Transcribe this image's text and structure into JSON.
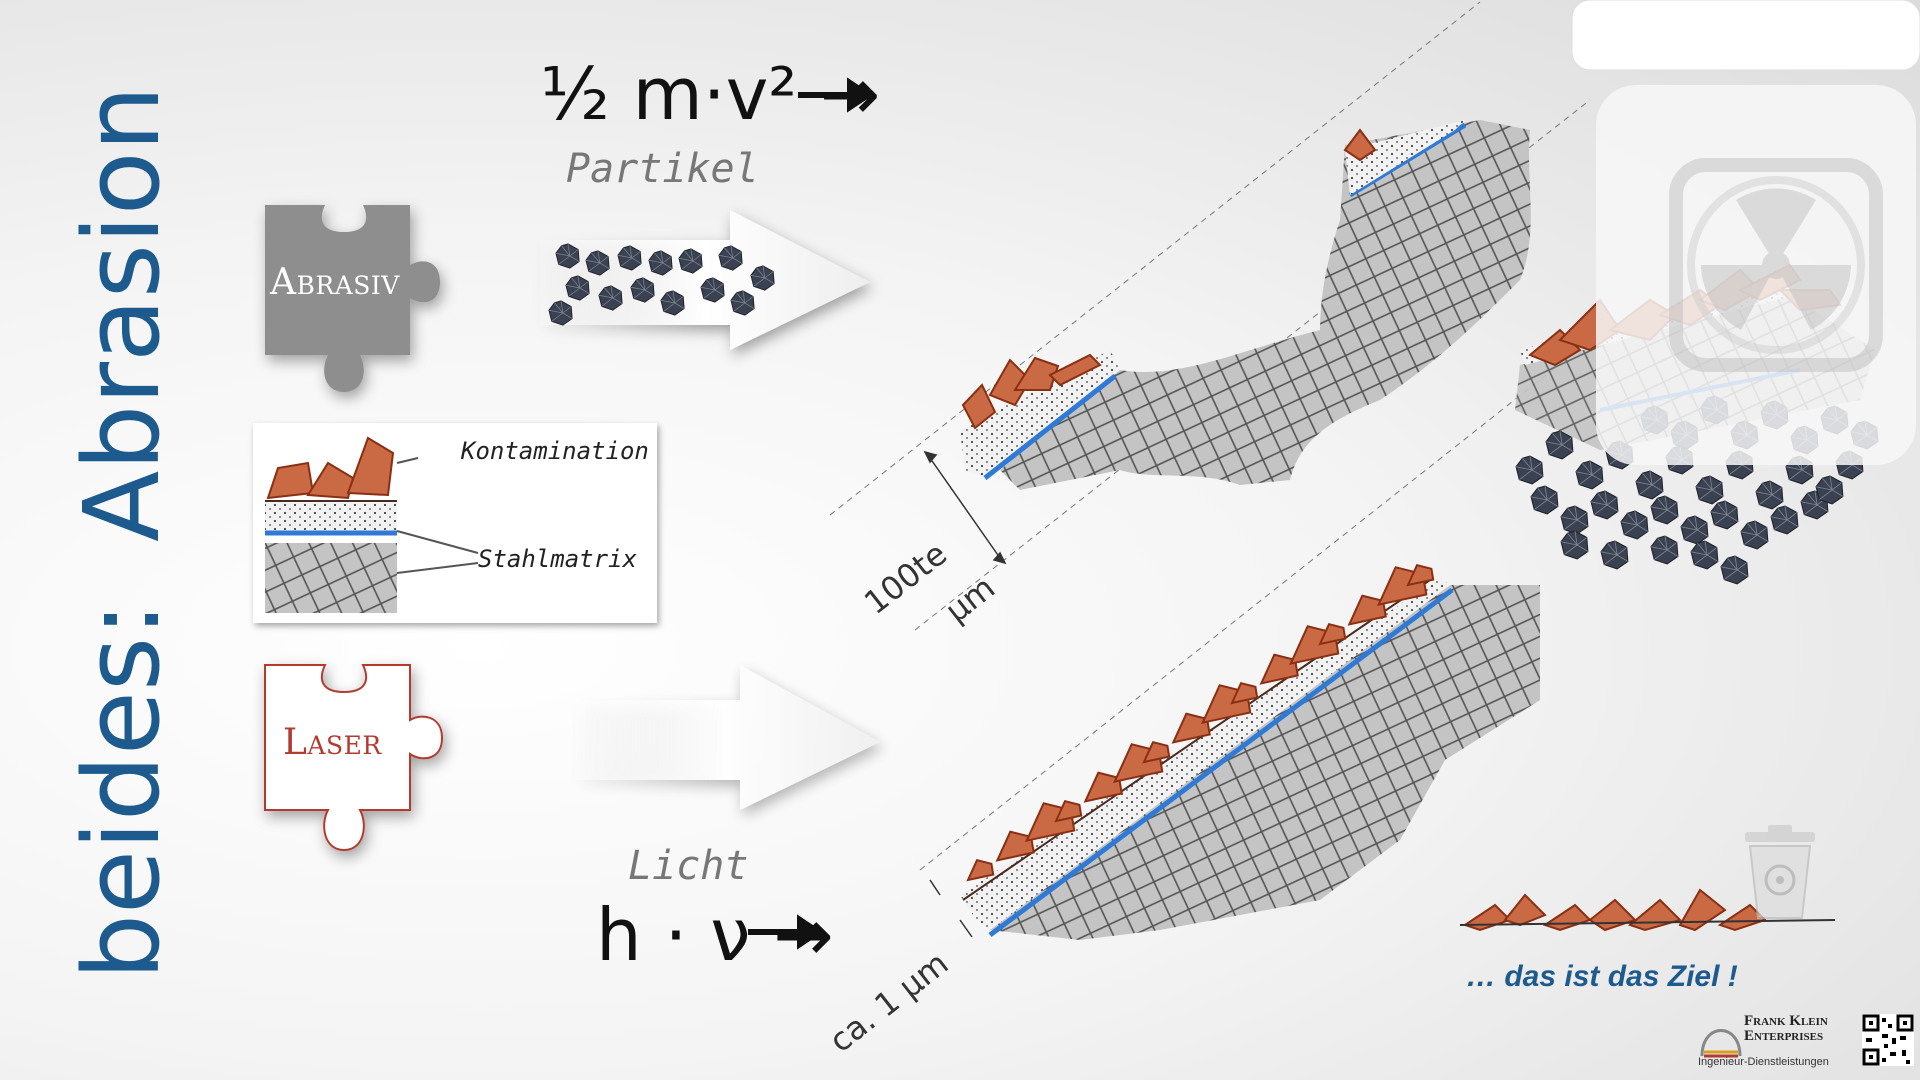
{
  "title": {
    "lead": "beides:",
    "main": "Abrasion"
  },
  "formulas": {
    "kinetic": "½ m·v² →",
    "photon": "h · ν →"
  },
  "labels": {
    "particles": "Partikel",
    "light": "Licht",
    "abrasive_piece": "Abrasiv",
    "laser_piece": "Laser",
    "contamination": "Kontamination",
    "steel_matrix": "Stahlmatrix",
    "depth_top_1": "100te",
    "depth_top_2": "µm",
    "depth_bottom": "ca. 1 µm",
    "goal": "… das ist das Ziel !"
  },
  "logo": {
    "line1": "Frank Klein",
    "line2": "Enterprises",
    "tagline": "Ingenieur-Dienstleistungen"
  },
  "colors": {
    "title_blue": "#1d5a8e",
    "contamination": "#c0542a",
    "steel": "#bdbdbd",
    "hatch": "#555555",
    "blue_layer": "#2f7ad6",
    "particle": "#3a4150",
    "laser_red": "#b33a2e"
  },
  "icons": [
    "puzzle-piece-icon",
    "radiation-icon",
    "trash-bin-icon",
    "qr-code-icon",
    "arrow-icon"
  ]
}
